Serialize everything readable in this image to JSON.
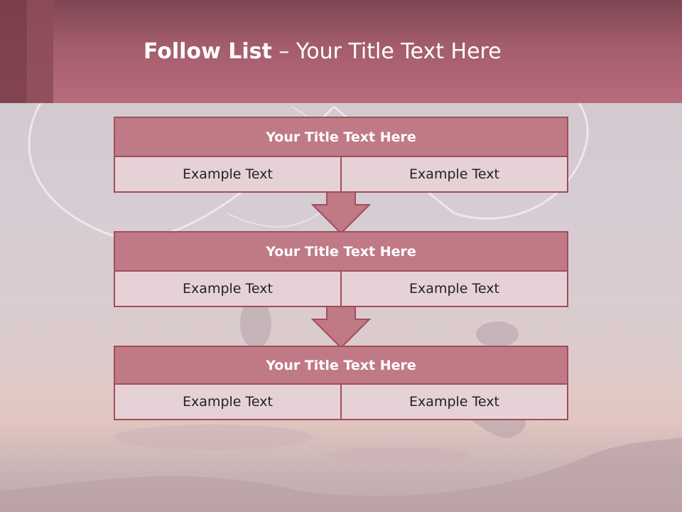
{
  "header": {
    "title_bold": "Follow List",
    "title_rest": " – Your Title Text Here"
  },
  "blocks": [
    {
      "title": "Your Title Text Here",
      "left": "Example Text",
      "right": "Example Text"
    },
    {
      "title": "Your Title Text Here",
      "left": "Example Text",
      "right": "Example Text"
    },
    {
      "title": "Your Title Text Here",
      "left": "Example Text",
      "right": "Example Text"
    }
  ],
  "colors": {
    "header": "#b86b7b",
    "box_head": "#c07a86",
    "box_cell": "#e6d2d6",
    "border": "#a04d5e"
  }
}
